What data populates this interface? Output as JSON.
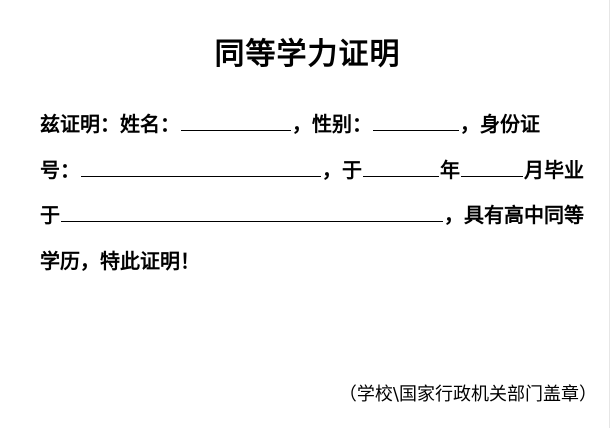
{
  "title": "同等学力证明",
  "body": {
    "intro": "兹证明：姓名：",
    "gender_label": "，性别：",
    "id_label_part1": "，身份证",
    "id_label_part2": "号：",
    "at_label": "，于",
    "year_label": "年",
    "month_graduate_label": "月毕业",
    "from_label": "于",
    "equivalent_label": "，具有高中同等",
    "closing": "学历，特此证明！"
  },
  "seal_note": "（学校\\国家行政机关部门盖章）",
  "fields": {
    "name": "",
    "gender": "",
    "id_number": "",
    "year": "",
    "month": "",
    "school": ""
  }
}
